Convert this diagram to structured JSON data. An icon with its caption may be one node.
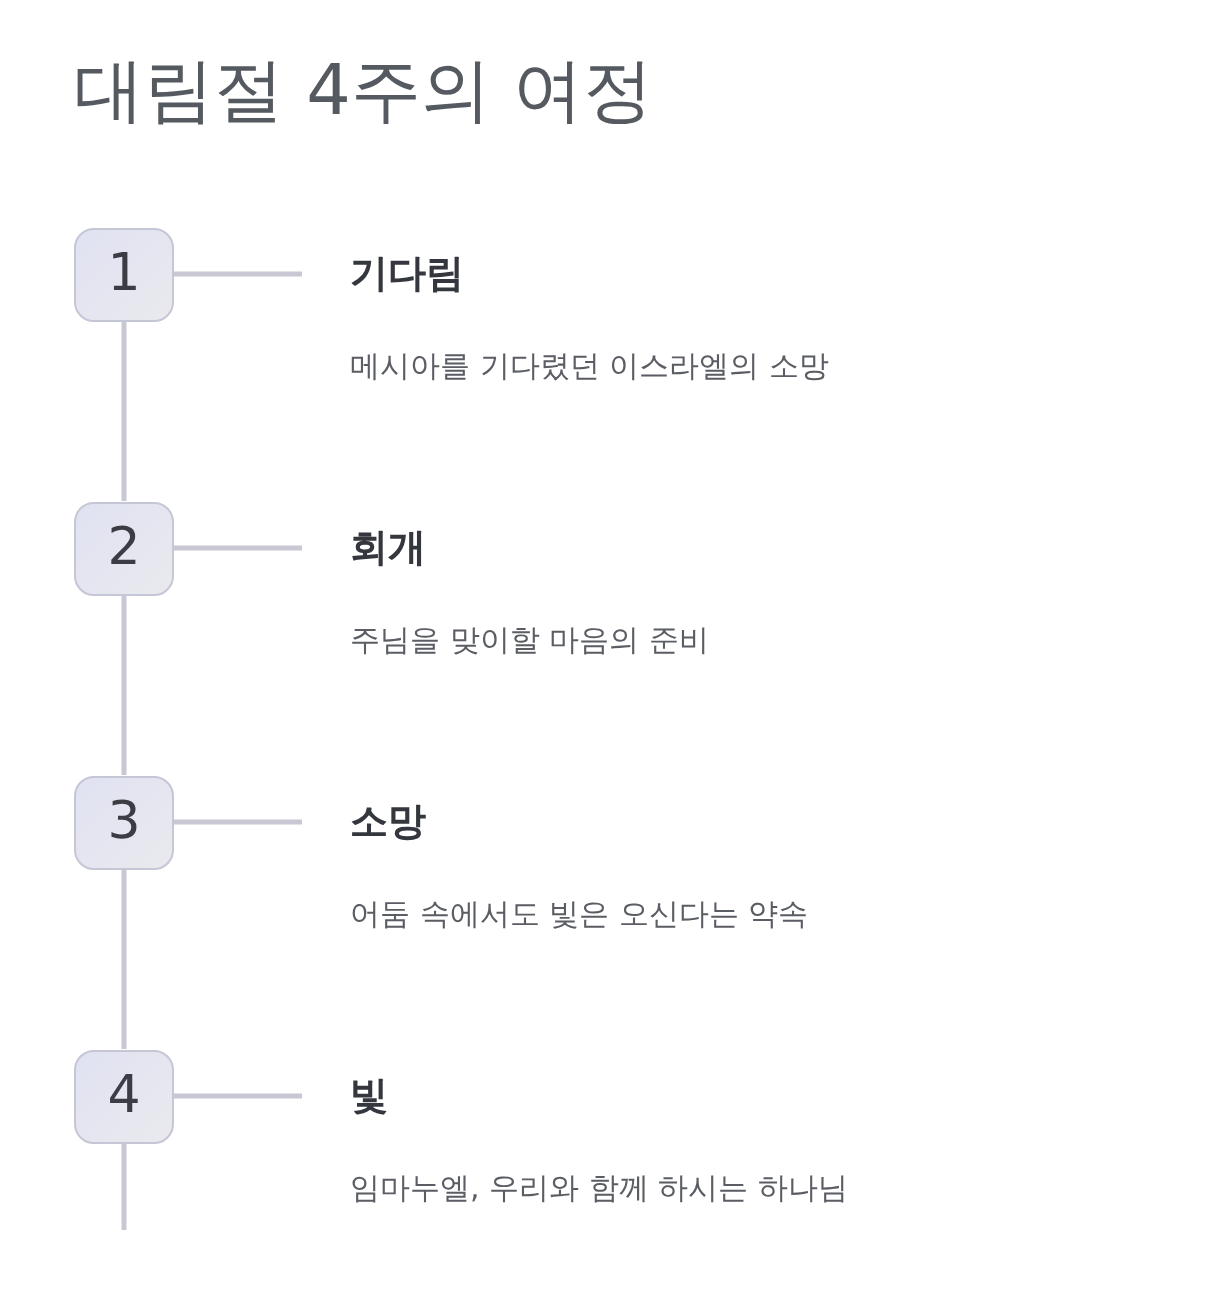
{
  "diagram": {
    "title": "대림절 4주의 여정",
    "nodes": [
      {
        "text": [
          "1"
        ]
      },
      {
        "text": [
          "기다림",
          "메시아를 기다렸던 이스라엘의 소망"
        ]
      },
      {
        "text": [
          "2"
        ]
      },
      {
        "text": [
          "회개",
          "주님을 맞이할 마음의 준비"
        ]
      },
      {
        "text": [
          "3"
        ]
      },
      {
        "text": [
          "소망",
          "어둠 속에서도 빛은 오신다는 약속"
        ]
      },
      {
        "text": [
          "4"
        ]
      },
      {
        "text": [
          "빛",
          "임마누엘, 우리와 함께 하시는 하나님"
        ]
      }
    ],
    "edges": [
      {
        "from": 0,
        "to": 1,
        "arrow": "none"
      },
      {
        "from": 0,
        "to": 2,
        "arrow": "none"
      },
      {
        "from": 2,
        "to": 3,
        "arrow": "none"
      },
      {
        "from": 2,
        "to": 4,
        "arrow": "none"
      },
      {
        "from": 4,
        "to": 5,
        "arrow": "none"
      },
      {
        "from": 4,
        "to": 6,
        "arrow": "none"
      },
      {
        "from": 6,
        "to": 7,
        "arrow": "none"
      },
      {
        "from": 6,
        "to": null,
        "arrow": "none"
      }
    ]
  }
}
